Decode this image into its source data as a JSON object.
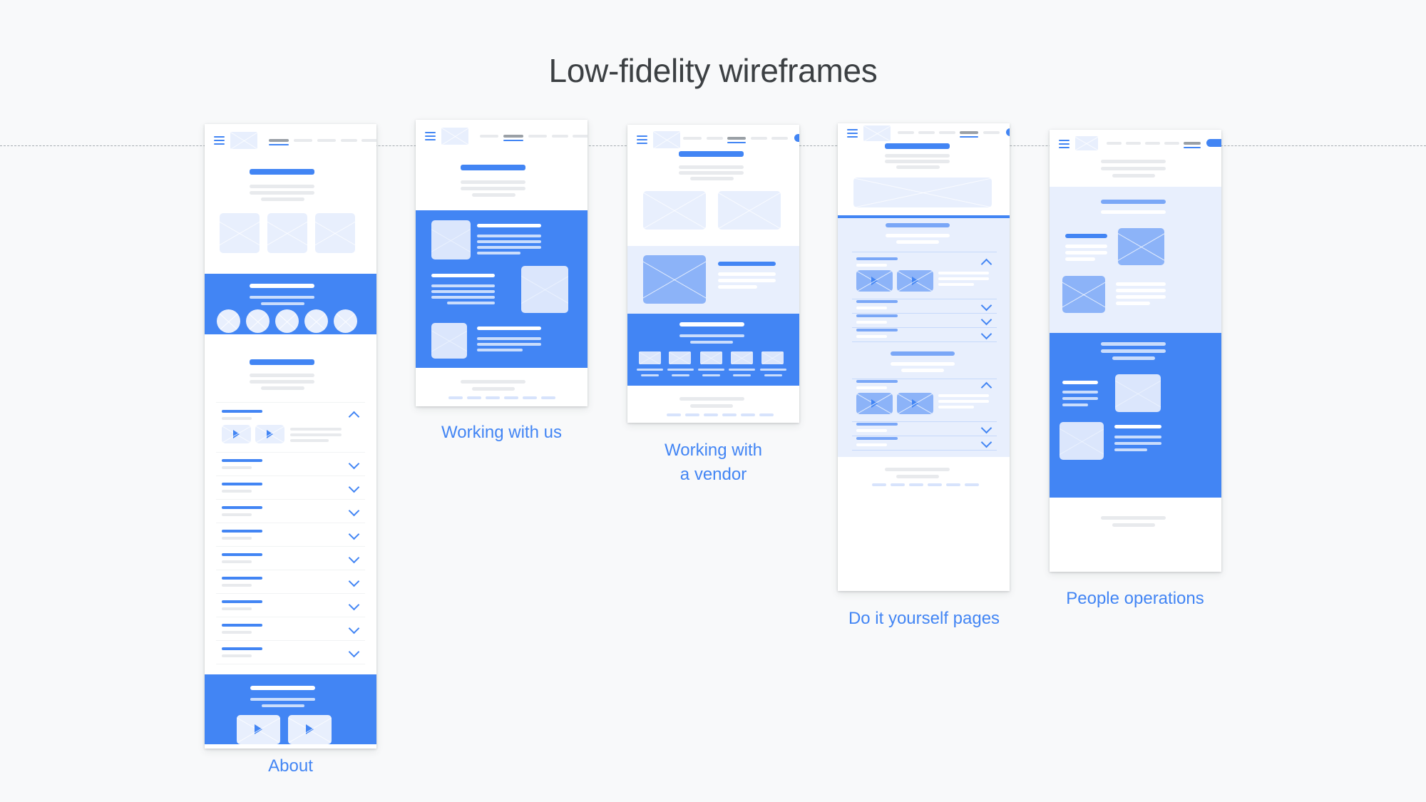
{
  "page": {
    "title": "Low-fidelity wireframes",
    "background": "#f8f9fa",
    "accent": "#4285f4",
    "caption_color": "#4285f4",
    "title_color": "#3c4043",
    "guide_line": "dashed-alignment-guide"
  },
  "icons": {
    "hamburger": "hamburger-menu-icon",
    "search": "search-icon",
    "play": "play-icon",
    "chevron_down": "chevron-down-icon",
    "chevron_up": "chevron-up-icon",
    "logo": "logo-placeholder",
    "image": "image-placeholder",
    "avatar": "avatar-placeholder"
  },
  "nav": {
    "links": 5,
    "cta_label": "",
    "items": [
      "nav-1",
      "nav-2",
      "nav-3",
      "nav-4",
      "nav-5"
    ]
  },
  "wireframes": [
    {
      "id": "about",
      "caption": "About",
      "active_nav": 1,
      "sections": [
        "header-nav",
        "hero-heading-and-body",
        "three-image-cards",
        "blue-team-band-with-five-avatars",
        "section-heading-and-body",
        "accordion-list-with-video-thumbnails",
        "blue-video-band",
        "footer-links"
      ],
      "avatars": 5,
      "accordion_rows": 11,
      "videos_in_accordion": 2,
      "footer_links": 6
    },
    {
      "id": "working-with-us",
      "caption": "Working with us",
      "active_nav": 2,
      "sections": [
        "header-nav",
        "hero-heading-and-body",
        "blue-band-alternating-image-text-rows",
        "footer-links"
      ],
      "rows": 3,
      "footer_links": 6
    },
    {
      "id": "working-with-a-vendor",
      "caption": "Working with\na vendor",
      "caption_line1": "Working with",
      "caption_line2": "a vendor",
      "active_nav": 3,
      "sections": [
        "header-nav",
        "hero-heading-and-body",
        "two-image-cards",
        "pale-band-image-plus-text",
        "blue-band-five-link-cards",
        "footer-links"
      ],
      "link_cards": 5,
      "footer_links": 6
    },
    {
      "id": "do-it-yourself-pages",
      "caption": "Do it yourself pages",
      "active_nav": 4,
      "sections": [
        "header-nav",
        "hero-heading-and-body",
        "wide-image-banner",
        "pale-accordion-group-one",
        "pale-accordion-group-two",
        "footer-links"
      ],
      "group_one_rows": 4,
      "group_two_rows": 3,
      "expanded_rows": 2,
      "footer_links": 6
    },
    {
      "id": "people-operations",
      "caption": "People operations",
      "active_nav": 5,
      "sections": [
        "header-nav",
        "hero-heading",
        "pale-band-text-and-images",
        "blue-band-text-and-images",
        "footer-links"
      ],
      "footer_links": 0
    }
  ]
}
